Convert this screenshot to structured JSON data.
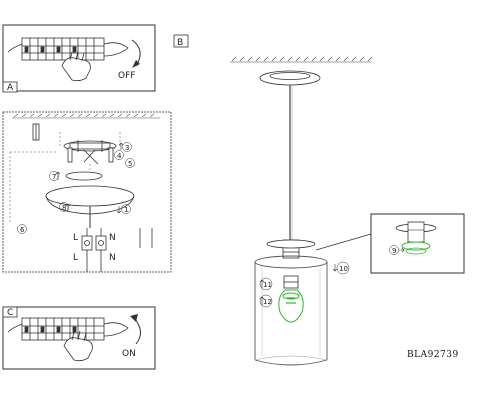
{
  "panels": {
    "a": {
      "letter": "A",
      "switch_label": "OFF"
    },
    "b": {
      "letter": "B"
    },
    "c": {
      "letter": "C",
      "switch_label": "ON"
    }
  },
  "terminal": {
    "left_label": "L",
    "right_label": "N"
  },
  "step_numbers": {
    "s1": "1",
    "s3": "3",
    "s4": "4",
    "s5": "5",
    "s6": "6",
    "s7": "7",
    "s8": "8",
    "s9": "9",
    "s10": "10",
    "s11": "11",
    "s12": "12"
  },
  "model_code": "BLA92739",
  "colors": {
    "line": "#333333",
    "glass": "#555555",
    "bulb": "#2db82d"
  }
}
